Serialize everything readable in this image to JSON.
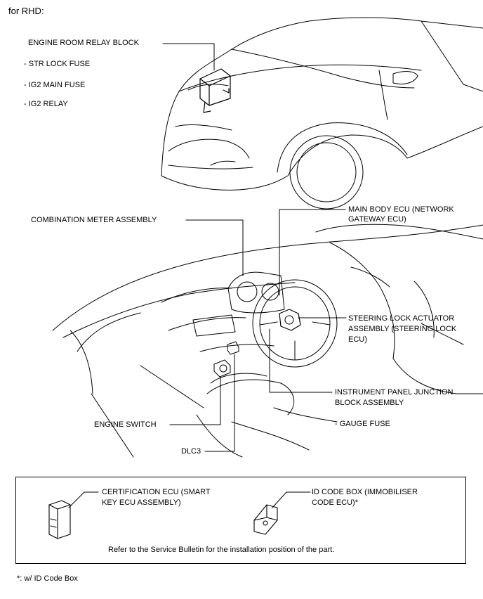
{
  "header": "for RHD:",
  "labels": {
    "engine_room_relay_block": "ENGINE ROOM RELAY BLOCK",
    "str_lock_fuse": "- STR LOCK FUSE",
    "ig2_main_fuse": "- IG2 MAIN FUSE",
    "ig2_relay": "- IG2 RELAY",
    "combination_meter": "COMBINATION METER ASSEMBLY",
    "main_body_ecu_1": "MAIN BODY ECU (NETWORK",
    "main_body_ecu_2": "GATEWAY ECU)",
    "steering_lock_1": "STEERING LOCK ACTUATOR",
    "steering_lock_2": "ASSEMBLY (STEERING LOCK",
    "steering_lock_3": "ECU)",
    "ip_junction_1": "INSTRUMENT PANEL JUNCTION",
    "ip_junction_2": "BLOCK ASSEMBLY",
    "gauge_fuse": "- GAUGE FUSE",
    "engine_switch": "ENGINE SWITCH",
    "dlc3": "DLC3",
    "cert_ecu_1": "CERTIFICATION ECU (SMART",
    "cert_ecu_2": "KEY ECU ASSEMBLY)",
    "id_code_1": "ID CODE BOX (IMMOBILISER",
    "id_code_2": "CODE ECU)*",
    "refer_note": "Refer to the Service Bulletin for the installation position of the part.",
    "footnote": "*: w/ ID Code Box"
  }
}
